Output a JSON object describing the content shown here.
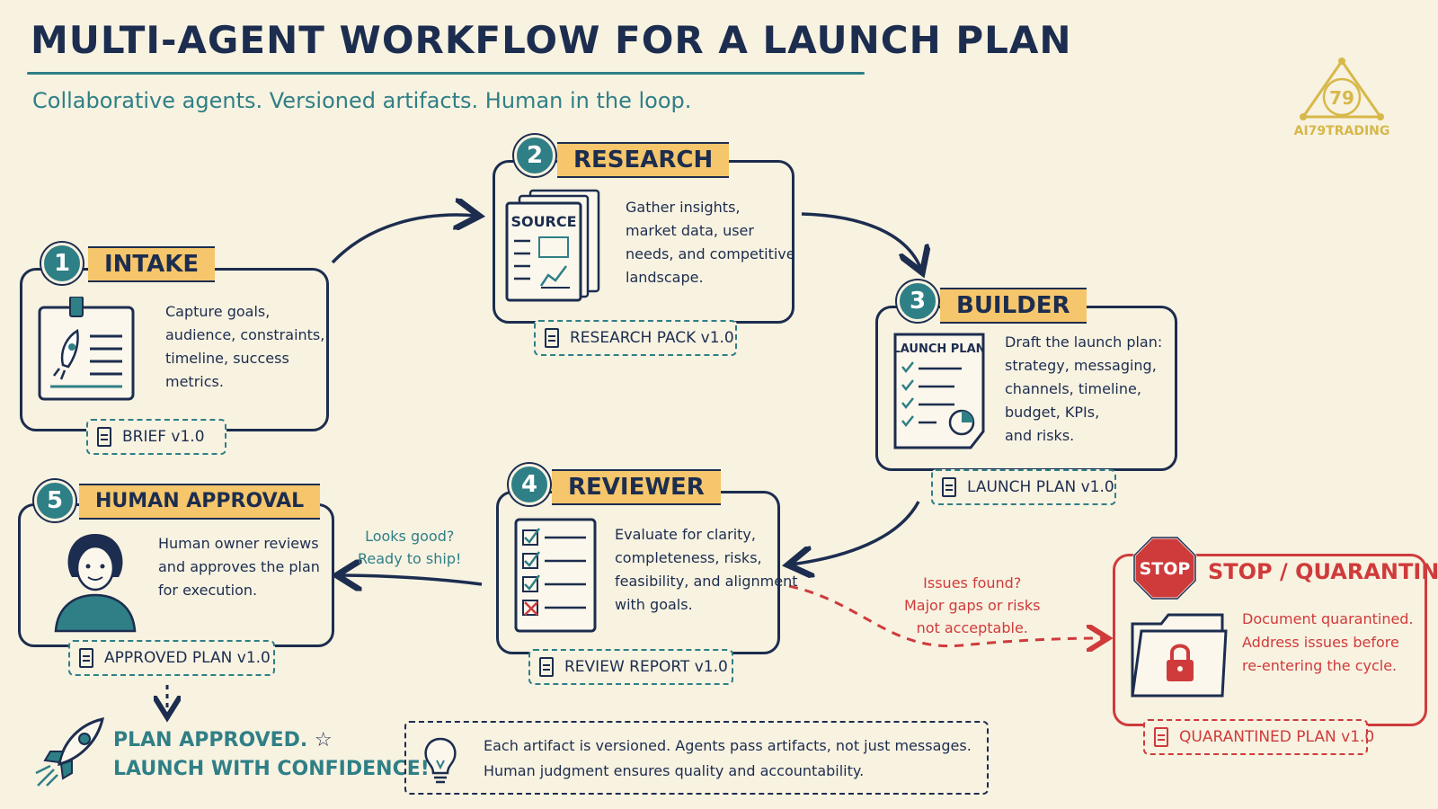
{
  "header": {
    "title": "MULTI-AGENT WORKFLOW FOR A LAUNCH PLAN",
    "subtitle": "Collaborative agents.  Versioned artifacts.  Human in the loop."
  },
  "logo": {
    "number": "79",
    "text": "AI79TRADING"
  },
  "steps": [
    {
      "number": "1",
      "title": "INTAKE",
      "lines": [
        "Capture goals,",
        "audience, constraints,",
        "timeline, success",
        "metrics."
      ],
      "artifact": "BRIEF  v1.0",
      "icon": "clipboard-rocket-icon"
    },
    {
      "number": "2",
      "title": "RESEARCH",
      "lines": [
        "Gather insights,",
        "market data, user",
        "needs, and competitive",
        "landscape."
      ],
      "artifact": "RESEARCH PACK  v1.0",
      "source_label": "SOURCE",
      "icon": "source-documents-icon"
    },
    {
      "number": "3",
      "title": "BUILDER",
      "lines": [
        "Draft the launch plan:",
        "strategy, messaging,",
        "channels, timeline,",
        "budget, KPIs,",
        "and risks."
      ],
      "artifact": "LAUNCH PLAN  v1.0",
      "doc_label": "LAUNCH PLAN",
      "icon": "launch-plan-document-icon"
    },
    {
      "number": "4",
      "title": "REVIEWER",
      "lines": [
        "Evaluate for clarity,",
        "completeness, risks,",
        "feasibility, and alignment",
        "with goals."
      ],
      "artifact": "REVIEW REPORT  v1.0",
      "icon": "checklist-icon"
    },
    {
      "number": "5",
      "title": "HUMAN APPROVAL",
      "lines": [
        "Human owner reviews",
        "and approves the plan",
        "for execution."
      ],
      "artifact": "APPROVED PLAN  v1.0",
      "icon": "person-icon"
    }
  ],
  "quarantine": {
    "stop_sign": "STOP",
    "title": "STOP / QUARANTINE",
    "lines": [
      "Document quarantined.",
      "Address issues before",
      "re-entering the cycle."
    ],
    "artifact": "QUARANTINED PLAN  v1.0",
    "icon": "locked-folder-icon"
  },
  "notes": {
    "approval": [
      "Looks good?",
      "Ready to ship!"
    ],
    "issues": [
      "Issues found?",
      "Major gaps or risks",
      "not acceptable."
    ]
  },
  "outcome": {
    "lines": [
      "PLAN APPROVED. ",
      "LAUNCH WITH CONFIDENCE!"
    ],
    "star": "☆"
  },
  "footer": {
    "lines": [
      "Each artifact is versioned. Agents pass artifacts, not just messages.",
      "Human judgment ensures quality and accountability."
    ]
  },
  "colors": {
    "navy": "#1c2d4f",
    "teal": "#2f7f86",
    "gold": "#f5c66b",
    "red": "#cf3b3b",
    "background": "#f8f2e1"
  }
}
